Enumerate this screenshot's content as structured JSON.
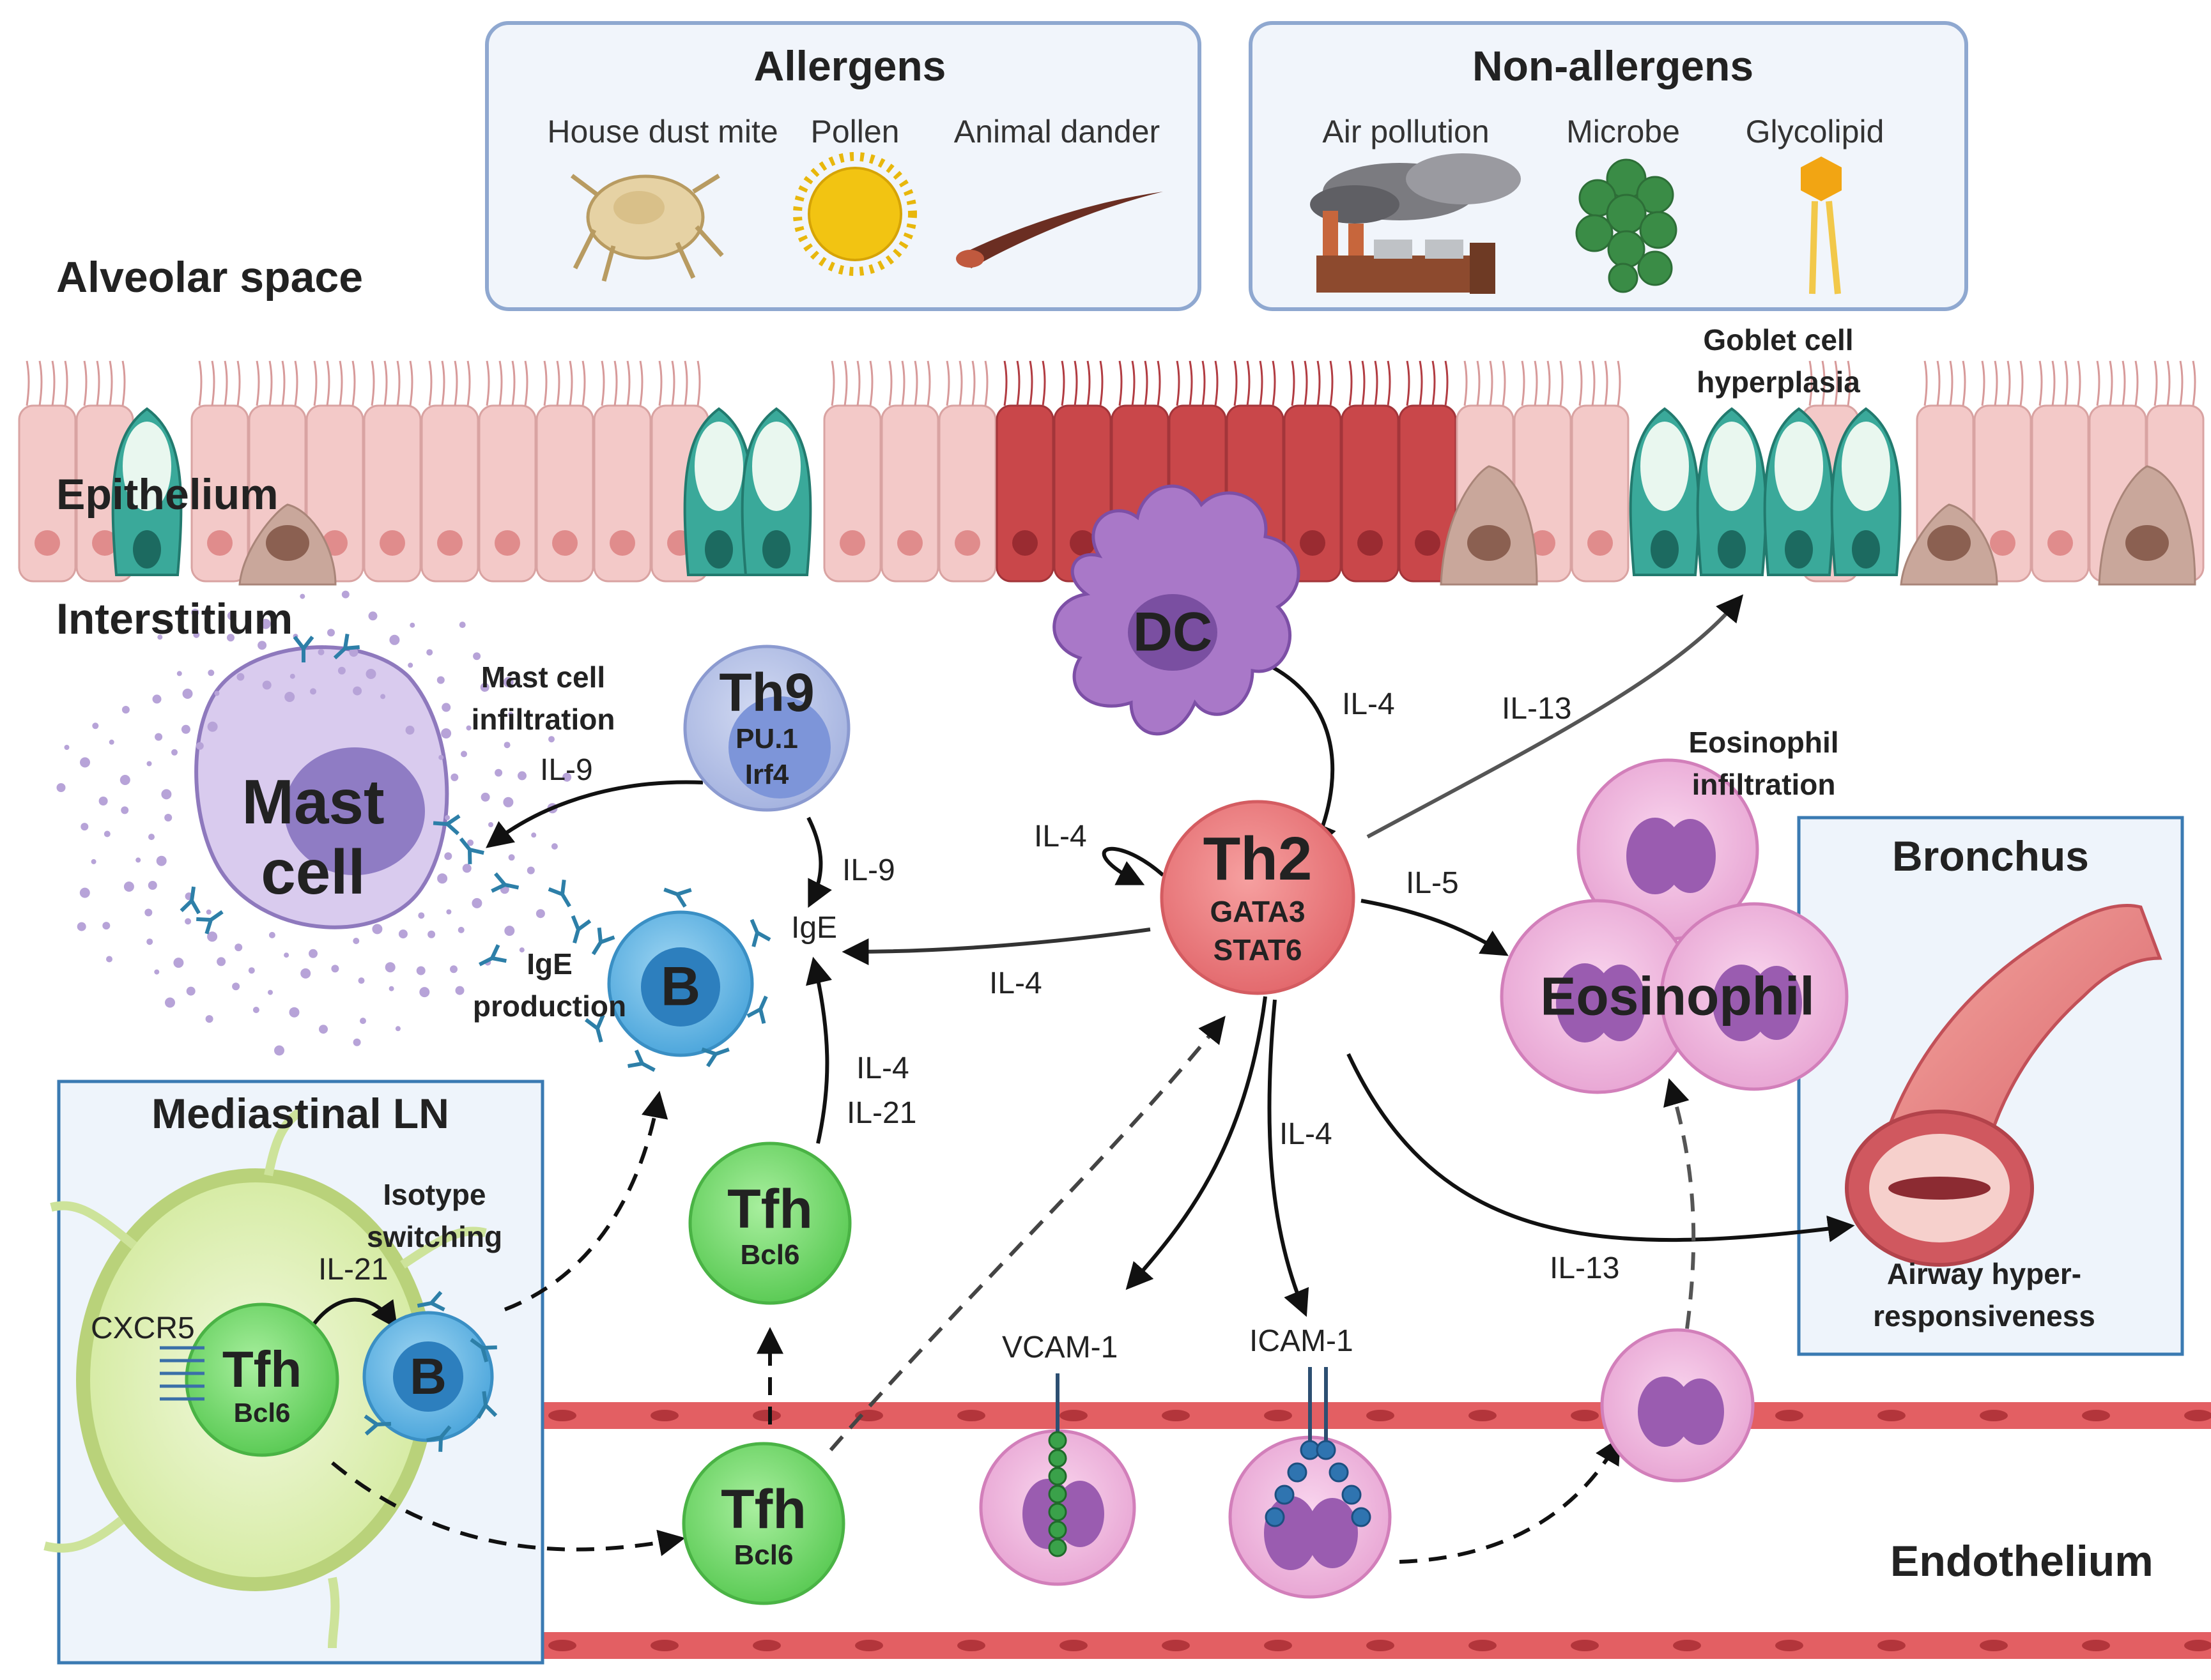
{
  "allergens": {
    "title": "Allergens",
    "items": [
      "House dust mite",
      "Pollen",
      "Animal dander"
    ]
  },
  "non_allergens": {
    "title": "Non-allergens",
    "items": [
      "Air pollution",
      "Microbe",
      "Glycolipid"
    ]
  },
  "regions": {
    "alveolar_space": "Alveolar space",
    "epithelium": "Epithelium",
    "interstitium": "Interstitium",
    "endothelium": "Endothelium"
  },
  "mediastinal_ln": {
    "title": "Mediastinal LN",
    "receptor": "CXCR5",
    "cytokine": "IL-21",
    "note": [
      "Isotype",
      "switching"
    ]
  },
  "bronchus": {
    "title": "Bronchus",
    "note": [
      "Airway hyper-",
      "responsiveness"
    ]
  },
  "cells": {
    "dc": "DC",
    "th9": {
      "name": "Th9",
      "tf": [
        "PU.1",
        "Irf4"
      ]
    },
    "th2": {
      "name": "Th2",
      "tf": [
        "GATA3",
        "STAT6"
      ]
    },
    "mast": [
      "Mast",
      "cell"
    ],
    "b": "B",
    "tfh": {
      "name": "Tfh",
      "tf": "Bcl6"
    },
    "eosinophil": "Eosinophil"
  },
  "notes": {
    "mast_infiltration": [
      "Mast cell",
      "infiltration"
    ],
    "ige_production": [
      "IgE",
      "production"
    ],
    "eos_infiltration": [
      "Eosinophil",
      "infiltration"
    ],
    "goblet": [
      "Goblet cell",
      "hyperplasia"
    ]
  },
  "cytokines": {
    "il4_dc": "IL-4",
    "il13_goblet": "IL-13",
    "il4_auto": "IL-4",
    "il9_mast": "IL-9",
    "il9_b": "IL-9",
    "ige": "IgE",
    "il4_b": "IL-4",
    "il5": "IL-5",
    "il4_tfh": "IL-4",
    "il21_tfh": "IL-21",
    "il4_adhesion": "IL-4",
    "il13_airway": "IL-13"
  },
  "adhesion": {
    "vcam": "VCAM-1",
    "icam": "ICAM-1"
  },
  "colors": {
    "box_border": "#8fa8d0",
    "box_fill": "#f1f5fb",
    "epithelium": "#f3c9c8",
    "epithelium_inflamed": "#c9474a",
    "goblet": "#3aa99a",
    "dc": "#a46fc4",
    "th9": "#b3bfe3",
    "th2": "#e9787a",
    "b": "#5fb0df",
    "tfh": "#7fd87a",
    "eosinophil": "#efb8dd",
    "mast": "#d7c8ec",
    "endothelium": "#e35f63"
  }
}
